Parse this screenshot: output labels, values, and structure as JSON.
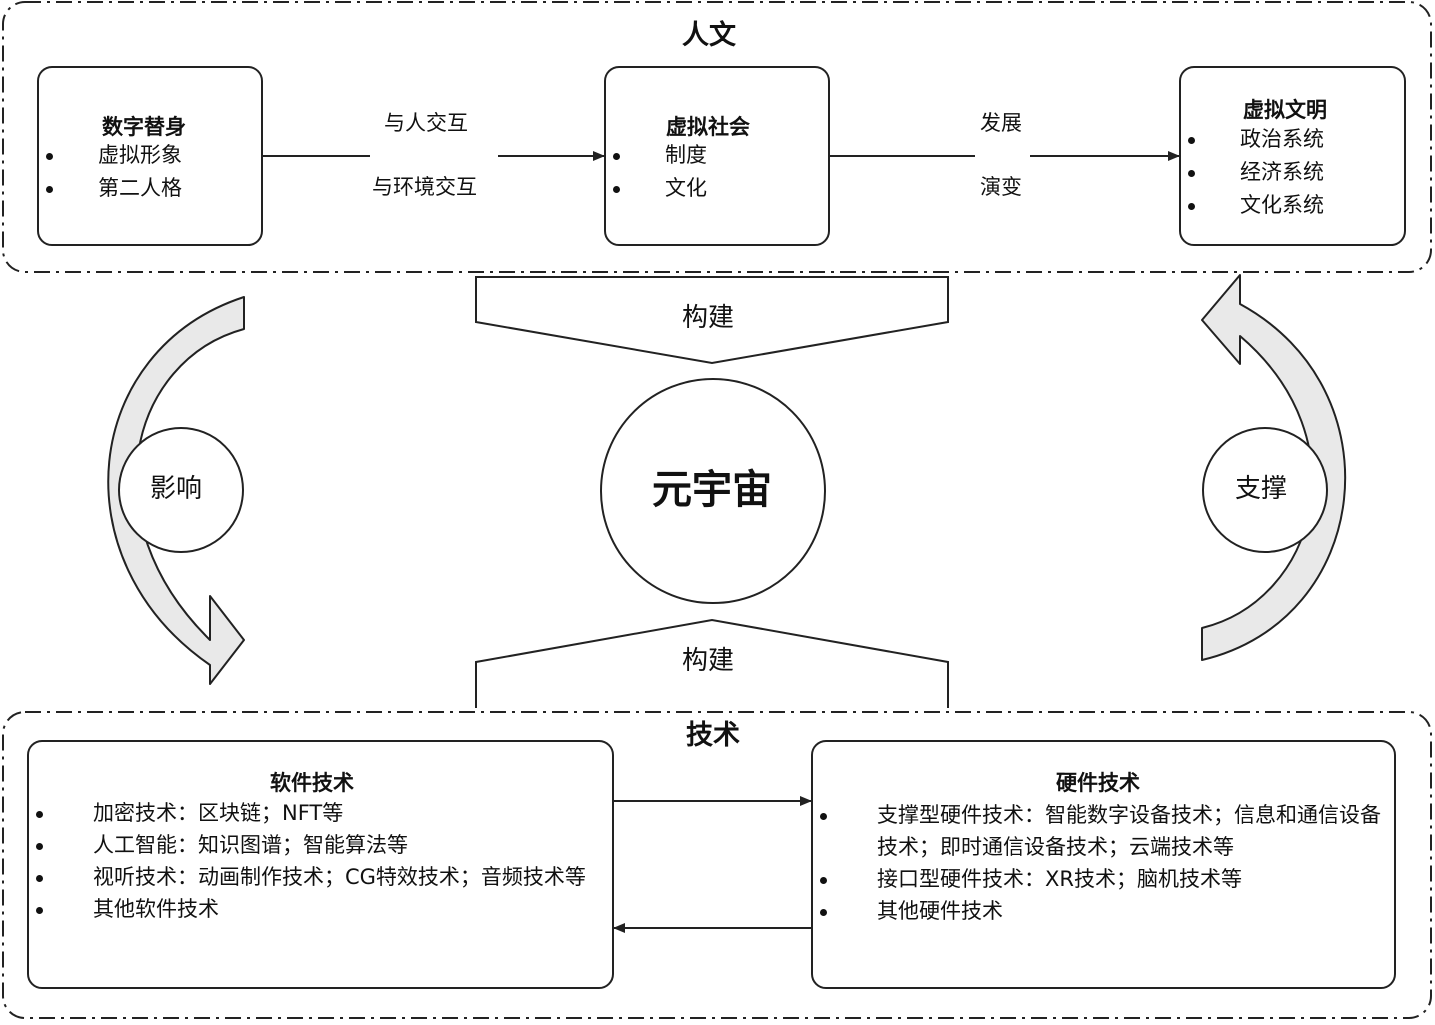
{
  "top_group": {
    "title": "人文",
    "digital_avatar": {
      "title": "数字替身",
      "items": [
        "虚拟形象",
        "第二人格"
      ]
    },
    "virtual_society": {
      "title": "虚拟社会",
      "items": [
        "制度",
        "文化"
      ]
    },
    "virtual_civilization": {
      "title": "虚拟文明",
      "items": [
        "政治系统",
        "经济系统",
        "文化系统"
      ]
    },
    "edge_1": {
      "top": "与人交互",
      "bottom": "与环境交互"
    },
    "edge_2": {
      "top": "发展",
      "bottom": "演变"
    }
  },
  "middle": {
    "build_top": "构建",
    "build_bottom": "构建",
    "center": "元宇宙",
    "left_arrow": "影响",
    "right_arrow": "支撑"
  },
  "bottom_group": {
    "title": "技术",
    "software": {
      "title": "软件技术",
      "items": [
        "加密技术：区块链；NFT等",
        "人工智能：知识图谱；智能算法等",
        "视听技术：动画制作技术；CG特效技术；音频技术等",
        "其他软件技术"
      ]
    },
    "hardware": {
      "title": "硬件技术",
      "items": [
        "支撑型硬件技术：智能数字设备技术；信息和通信设备技术；即时通信设备技术；云端技术等",
        "接口型硬件技术：XR技术；脑机技术等",
        "其他硬件技术"
      ]
    }
  },
  "colors": {
    "line": "#222222",
    "background": "#ffffff"
  }
}
